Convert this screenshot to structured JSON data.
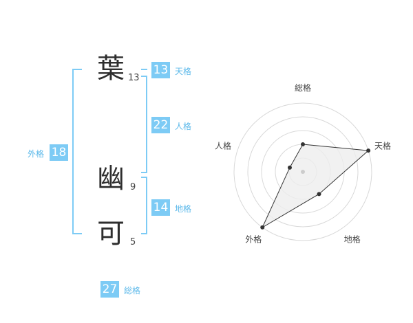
{
  "name": {
    "chars": [
      {
        "char": "葉",
        "strokes": "13"
      },
      {
        "char": "幽",
        "strokes": "9"
      },
      {
        "char": "可",
        "strokes": "5"
      }
    ]
  },
  "scores": {
    "tenkaku": {
      "value": "13",
      "label": "天格"
    },
    "jinkaku": {
      "value": "22",
      "label": "人格"
    },
    "chikaku": {
      "value": "14",
      "label": "地格"
    },
    "gaikaku": {
      "value": "18",
      "label": "外格"
    },
    "soukaku": {
      "value": "27",
      "label": "総格"
    }
  },
  "radar": {
    "labels": [
      "総格",
      "天格",
      "地格",
      "外格",
      "人格"
    ],
    "levels": [
      2,
      5,
      2,
      5,
      1
    ],
    "max": 5,
    "colors": {
      "ring": "#d8d8d8",
      "fill": "#eeeeee",
      "line": "#333333",
      "point": "#333333",
      "center": "#cccccc"
    }
  }
}
